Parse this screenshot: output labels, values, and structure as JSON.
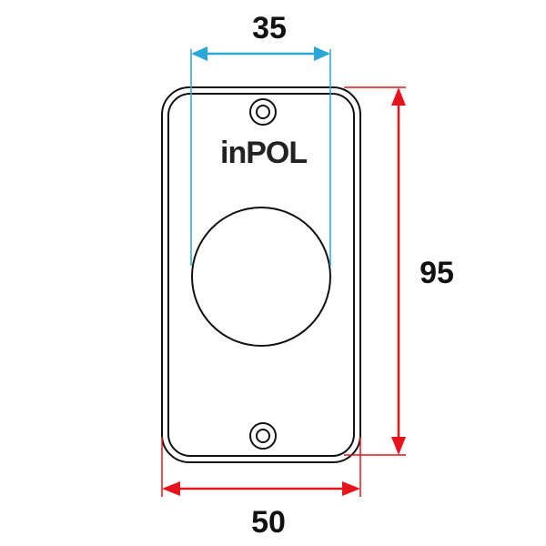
{
  "brand": {
    "logo_text": "inPOL"
  },
  "dimensions": {
    "top_width": {
      "value": "35",
      "color": "#2aa7d8"
    },
    "height": {
      "value": "95",
      "color": "#e8141d"
    },
    "bottom_width": {
      "value": "50",
      "color": "#e8141d"
    }
  },
  "colors": {
    "outline": "#111111",
    "plate": "#ffffff"
  }
}
